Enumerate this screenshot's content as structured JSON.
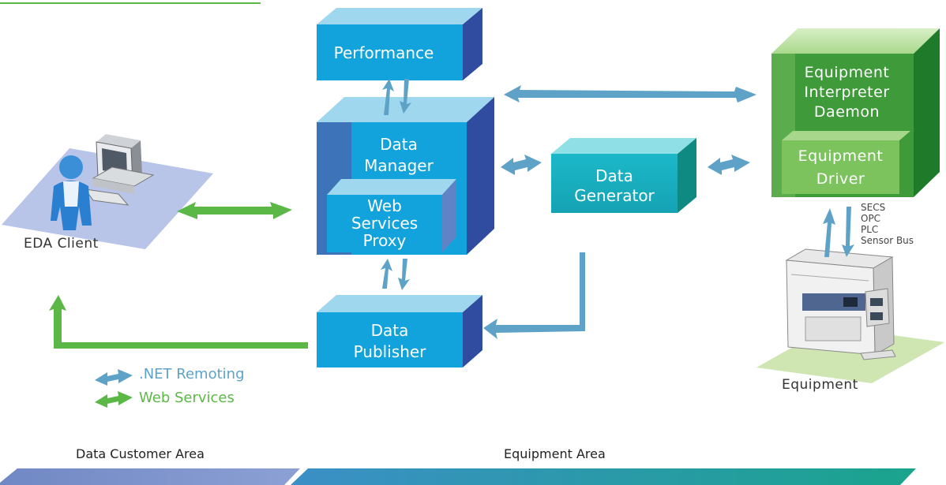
{
  "diagram": {
    "blocks": {
      "performance": "Performance",
      "data_manager": [
        "Data",
        "Manager"
      ],
      "web_services_proxy": [
        "Web",
        "Services",
        "Proxy"
      ],
      "data_generator": [
        "Data",
        "Generator"
      ],
      "data_publisher": [
        "Data",
        "Publisher"
      ],
      "equipment_interpreter": [
        "Equipment",
        "Interpreter",
        "Daemon"
      ],
      "equipment_driver": [
        "Equipment",
        "Driver"
      ]
    },
    "eda_client_label": "EDA Client",
    "equipment_label": "Equipment",
    "protocols": [
      "SECS",
      "OPC",
      "PLC",
      "Sensor Bus"
    ],
    "legend": {
      "net_remoting": ".NET Remoting",
      "web_services": "Web Services"
    },
    "areas": {
      "customer": "Data Customer Area",
      "equipment": "Equipment Area"
    },
    "colors": {
      "remoting_arrow": "#5ea3c7",
      "webservice_arrow": "#5bb847",
      "box_front": "#12a3dc",
      "box_side": "#2f4ca0",
      "box_top": "#8fd1ee",
      "equipment_green": "#3f9a3a",
      "driver_green": "#7cc35e",
      "customer_area": "#7f96cd",
      "equipment_area_start": "#3b8fc6",
      "equipment_area_end": "#1aa48d"
    }
  }
}
